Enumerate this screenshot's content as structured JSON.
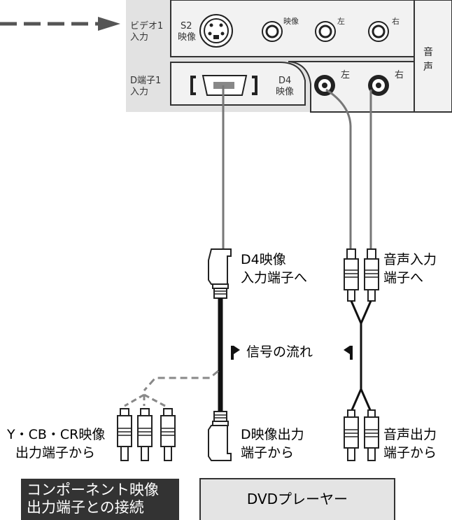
{
  "panel": {
    "video1_label_line1": "ビデオ1",
    "video1_label_line2": "入力",
    "s2_label_line1": "S2",
    "s2_label_line2": "映像",
    "video_label": "映像",
    "left_label": "左",
    "right_label": "右",
    "audio_label_1": "音",
    "audio_label_2": "声",
    "d1_label_line1": "D端子1",
    "d1_label_line2": "入力",
    "d4_label_line1": "D4",
    "d4_label_line2": "映像",
    "d_left_label": "左",
    "d_right_label": "右"
  },
  "labels": {
    "d4_input_line1": "D4映像",
    "d4_input_line2": "入力端子へ",
    "audio_input_line1": "音声入力",
    "audio_input_line2": "端子へ",
    "signal_flow": "信号の流れ",
    "ycbcr_output_line1": "Y・CB・CR映像",
    "ycbcr_output_line2": "出力端子から",
    "d_output_line1": "D映像出力",
    "d_output_line2": "端子から",
    "audio_output_line1": "音声出力",
    "audio_output_line2": "端子から"
  },
  "banner": {
    "line1": "コンポーネント映像",
    "line2": "出力端子との接続"
  },
  "device": {
    "name": "DVDプレーヤー"
  }
}
